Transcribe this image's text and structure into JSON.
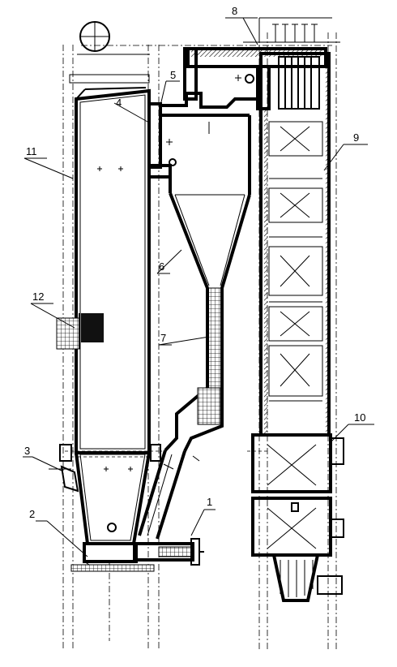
{
  "diagram": {
    "labels": {
      "n1": "1",
      "n2": "2",
      "n3": "3",
      "n4": "4",
      "n5": "5",
      "n6": "6",
      "n7": "7",
      "n8": "8",
      "n9": "9",
      "n10": "10",
      "n11": "11",
      "n12": "12"
    }
  }
}
